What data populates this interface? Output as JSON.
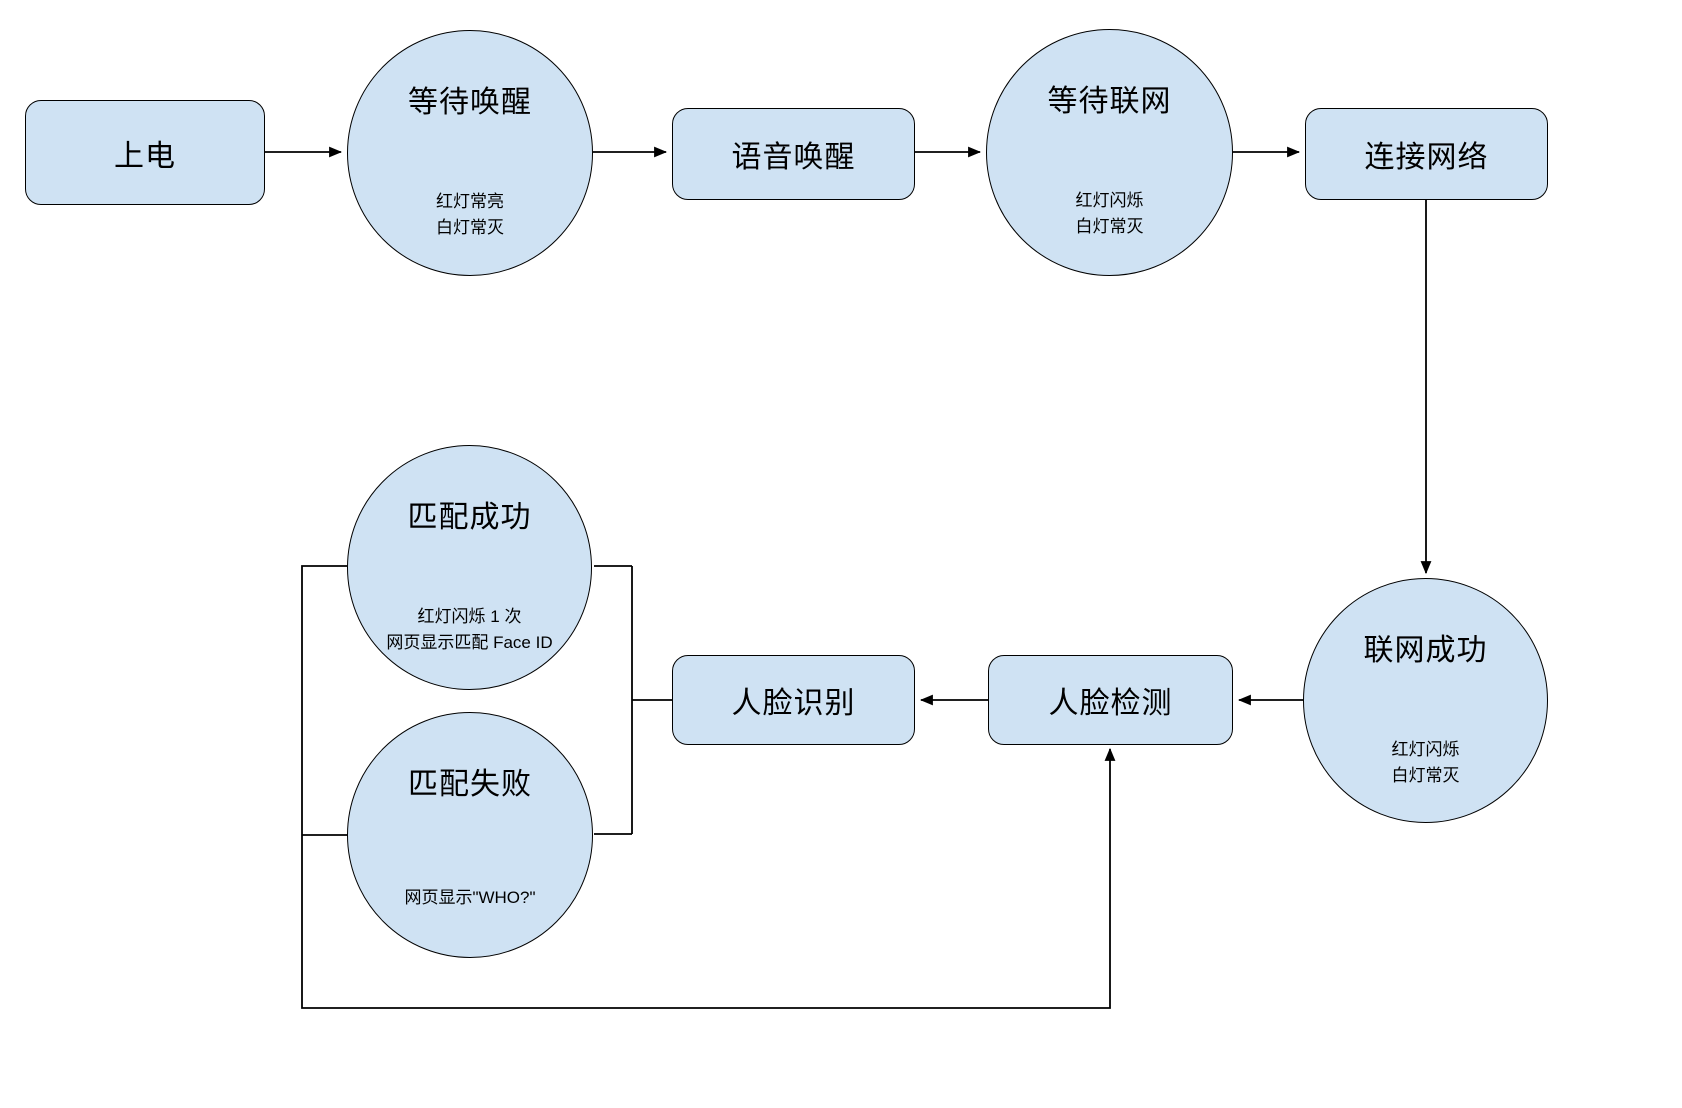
{
  "diagram": {
    "background": "#ffffff",
    "colors": {
      "node_fill": "#cfe2f3",
      "node_border": "#000000",
      "line": "#000000"
    },
    "nodes": {
      "power_on": {
        "label": "上电"
      },
      "wait_wake": {
        "label": "等待唤醒",
        "sub1": "红灯常亮",
        "sub2": "白灯常灭"
      },
      "voice_wake": {
        "label": "语音唤醒"
      },
      "wait_network": {
        "label": "等待联网",
        "sub1": "红灯闪烁",
        "sub2": "白灯常灭"
      },
      "connect_network": {
        "label": "连接网络"
      },
      "network_success": {
        "label": "联网成功",
        "sub1": "红灯闪烁",
        "sub2": "白灯常灭"
      },
      "face_detect": {
        "label": "人脸检测"
      },
      "face_recognize": {
        "label": "人脸识别"
      },
      "match_success": {
        "label": "匹配成功",
        "sub1": "红灯闪烁 1 次",
        "sub2": "网页显示匹配 Face ID"
      },
      "match_fail": {
        "label": "匹配失败",
        "sub1": "网页显示\"WHO?\""
      }
    }
  }
}
